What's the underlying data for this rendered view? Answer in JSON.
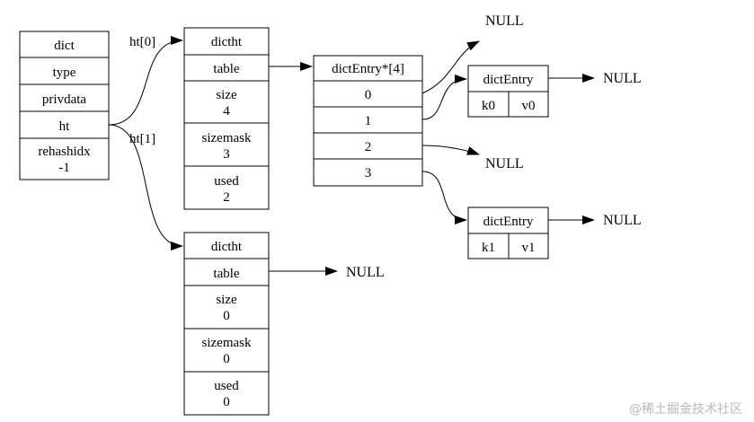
{
  "nodes": {
    "dict": {
      "fields": [
        "dict",
        "type",
        "privdata",
        "ht",
        "rehashidx",
        "-1"
      ]
    },
    "ht0": {
      "fields": [
        "dictht",
        "table",
        "size",
        "4",
        "sizemask",
        "3",
        "used",
        "2"
      ]
    },
    "ht1": {
      "fields": [
        "dictht",
        "table",
        "size",
        "0",
        "sizemask",
        "0",
        "used",
        "0"
      ]
    },
    "table": {
      "fields": [
        "dictEntry*[4]",
        "0",
        "1",
        "2",
        "3"
      ]
    },
    "entry0": {
      "fields": [
        "dictEntry",
        "k0",
        "v0"
      ]
    },
    "entry1": {
      "fields": [
        "dictEntry",
        "k1",
        "v1"
      ]
    }
  },
  "null_label": "NULL",
  "edge_labels": {
    "ht0": "ht[0]",
    "ht1": "ht[1]"
  },
  "watermark": "@稀土掘金技术社区"
}
